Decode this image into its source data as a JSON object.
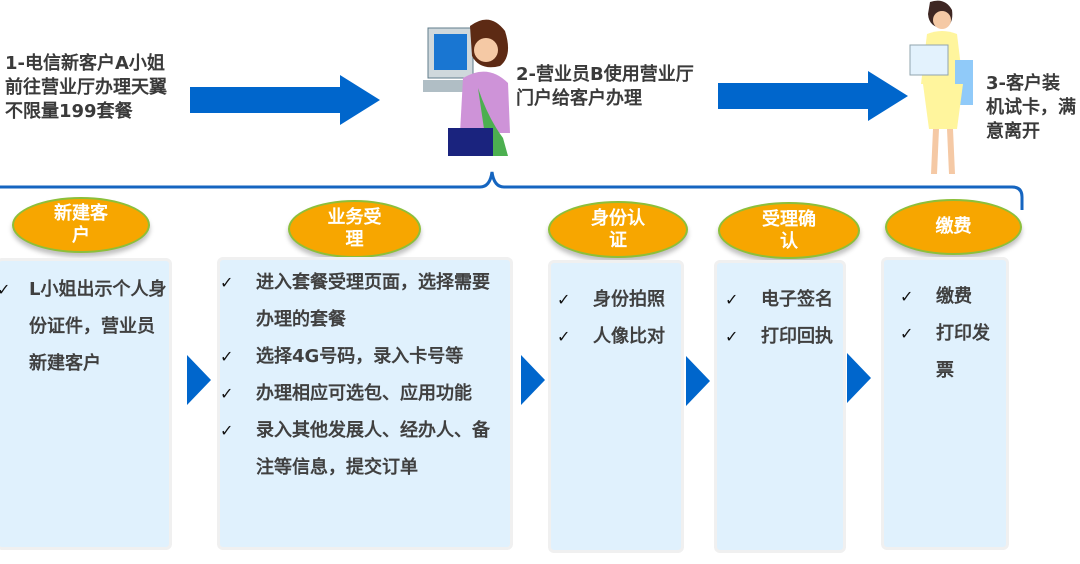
{
  "steps": [
    {
      "text": "1-电信新客户A小姐前往营业厅办理天翼不限量199套餐"
    },
    {
      "text": "2-营业员B使用营业厅门户给客户办理"
    },
    {
      "text": "3-客户装机试卡，满意离开"
    }
  ],
  "stages": [
    {
      "title": "新建客户",
      "items": [
        "L小姐出示个人身份证件，营业员新建客户"
      ]
    },
    {
      "title": "业务受理",
      "items": [
        "进入套餐受理页面，选择需要办理的套餐",
        "选择4G号码，录入卡号等",
        "办理相应可选包、应用功能",
        "录入其他发展人、经办人、备注等信息，提交订单"
      ]
    },
    {
      "title": "身份认证",
      "items": [
        "身份拍照",
        "人像比对"
      ]
    },
    {
      "title": "受理确认",
      "items": [
        "电子签名",
        "打印回执"
      ]
    },
    {
      "title": "缴费",
      "items": [
        "缴费",
        "打印发票"
      ]
    }
  ],
  "check_mark": "✓",
  "colors": {
    "arrow": "#0066cc",
    "oval": "#f7a600",
    "box": "#e0f1fd"
  }
}
